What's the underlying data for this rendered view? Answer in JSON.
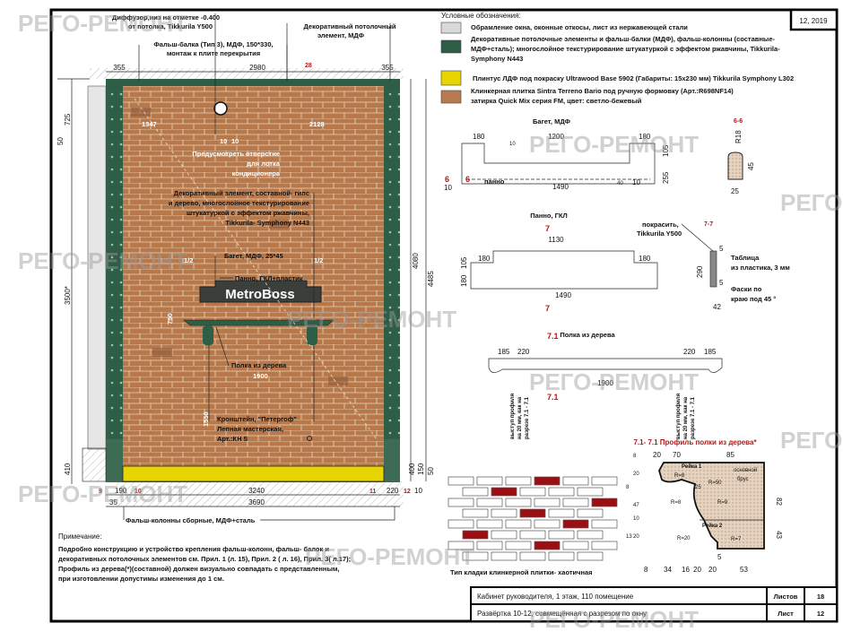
{
  "date_box": "12, 2019",
  "legend": {
    "title": "Условные обозначения:",
    "items": [
      {
        "lines": [
          "Обрамление окна, оконные откосы, лист из нержавеющей стали"
        ],
        "color": "#d9d9d9"
      },
      {
        "lines": [
          "Декоративные потолочные элементы и фальш-балки (МДФ), фальш-колонны (составные-",
          "МДФ+сталь); многослойное текстурирование штукатуркой с эффектом ржавчины, Tikkurila-",
          "Symphony N443"
        ],
        "color": "#2f5e47"
      },
      {
        "lines": [
          "Плинтус ЛДФ под покраску Ultrawood Base 5902 (Габариты: 15х230 мм) Tikkurila Symphony L302"
        ],
        "color": "#e8d400"
      },
      {
        "lines": [
          "Клинкерная плитка  Sintra Terreno Bario под ручную формовку (Арт.:R698NF14)",
          "затирка Quick Mix серия FM, цвет: светло-бежевый"
        ],
        "color": "#b87a4f"
      }
    ]
  },
  "elevation": {
    "callouts": {
      "diffuser": [
        "Диффузор,низ на отметке  -0.400",
        "от потолка, Tikkurila Y500"
      ],
      "false_beam": [
        "Фальш-балка (Тип 3), МДФ, 150*330,",
        "монтаж к плите перекрытия"
      ],
      "ceiling_element": [
        "Декоративный потолочный",
        "элемент, МДФ"
      ],
      "opening": [
        "Предусмотреть отверстие",
        "для лотка",
        "кондиционера"
      ],
      "deco_element": [
        "Декоративный элемент, составной- гипс",
        "и дерево, многослойное текстурирование",
        "штукатуркой с эффектом ржавчины,",
        "Tikkurila- Symphony N443"
      ],
      "baguette": "Багет, МДФ, 25*45",
      "panel": "Панно, ГКЛ+пластик",
      "sign": "MetroBoss",
      "shelf": "Полка из дерева",
      "bracket": [
        "Кронштейн, \"Петергоф\"",
        "Лепная мастерская,",
        "Арт.:КН 5"
      ],
      "columns": "Фальш-колонны сборные, МДФ+сталь"
    },
    "dims": {
      "top_left": "355",
      "top_mid": "2980",
      "top_right": "355",
      "d1347": "1347",
      "d2128": "2128",
      "d10a": "10",
      "d10b": "10",
      "half_l": "1/2",
      "half_r": "1/2",
      "d750": "750",
      "d1900": "1900",
      "d1550": "1550",
      "left_725": "725",
      "left_50": "50",
      "left_3500": "3500*",
      "left_410": "410",
      "right_4080": "4080",
      "right_4485": "4485",
      "right_400": "400",
      "right_150": "150",
      "right_50": "50",
      "b190": "190",
      "b35": "35",
      "b3240": "3240",
      "b3690": "3690",
      "b220": "220",
      "b10": "10",
      "m9": "9",
      "m10": "10",
      "m11": "11",
      "m12": "12",
      "m28": "28"
    }
  },
  "notes": {
    "title": "Примечание:",
    "lines": [
      "Подробно конструкцию и устройство крепления фальш-колонн, фальш- балок и",
      "декоративных потолочных элементов см. Прил. 1 (л. 15), Прил. 2 ( л. 16), Прил. 3( л.17);",
      "Профиль из дерева(*)(составной) должен визуально совпадать с представленным,",
      "при изготовлении допустимы изменения до 1 см."
    ]
  },
  "baguette_detail": {
    "title": "Багет, МДФ",
    "d180a": "180",
    "d1200": "1200",
    "d180b": "180",
    "d10": "10",
    "d105": "105",
    "d255": "255",
    "d1490": "1490",
    "d40": "40",
    "d10b": "10",
    "d10c": "10",
    "panel": "панно",
    "cut_a": "6",
    "cut_b": "6"
  },
  "section66": {
    "title": "6-6",
    "r": "R18",
    "h": "45",
    "w": "25"
  },
  "panel_detail": {
    "title": "Панно, ГКЛ",
    "cut": "7",
    "d1130": "1130",
    "d105": "105",
    "d180a": "180",
    "d180b": "180",
    "d180c": "180",
    "d1490": "1490",
    "paint": [
      "покрасить,",
      "Tikkurila Y500"
    ]
  },
  "section77": {
    "title": "7-7",
    "d290": "290",
    "d5a": "5",
    "d5b": "5",
    "d42": "42",
    "plate": [
      "Таблица",
      "из пластика, 3 мм"
    ],
    "chamfer": [
      "Фаски по",
      "краю под 45 °"
    ]
  },
  "shelf_detail": {
    "title": "Полка из дерева",
    "cut": "7.1",
    "d185a": "185",
    "d220a": "220",
    "d220b": "220",
    "d185b": "185",
    "d1900": "1900",
    "note": [
      "выступ профиля",
      "на 20 мм, как на",
      "разрезе 7.1 - 7.1"
    ]
  },
  "profile_detail": {
    "title": "7.1- 7.1 Профиль полки из дерева*",
    "top": [
      "20",
      "70",
      "85"
    ],
    "bottom": [
      "8",
      "34",
      "16",
      "20",
      "20",
      "53"
    ],
    "bottom_5": "5",
    "left": [
      "8",
      "20",
      "8",
      "47",
      "10",
      "13",
      "20"
    ],
    "right": [
      "82",
      "43"
    ],
    "labels": [
      "Рейка 1",
      "основной",
      "брус",
      "Рейка 2",
      "R=8",
      "R=50",
      "R=9",
      "R=8",
      "R=20",
      "R=7",
      "25"
    ]
  },
  "brick_pattern": {
    "caption": "Тип кладки клинкерной плитки- хаотичная"
  },
  "title_block": {
    "row1": "Кабинет руководителя, 1 этаж, 110 помещение",
    "sheets_label": "Листов",
    "sheets_value": "18",
    "row2": "Развёртка 10-12, совмещённая с разрезом по окну",
    "sheet_label": "Лист",
    "sheet_value": "12"
  },
  "watermark": "РЕГО-РЕМОНТ"
}
